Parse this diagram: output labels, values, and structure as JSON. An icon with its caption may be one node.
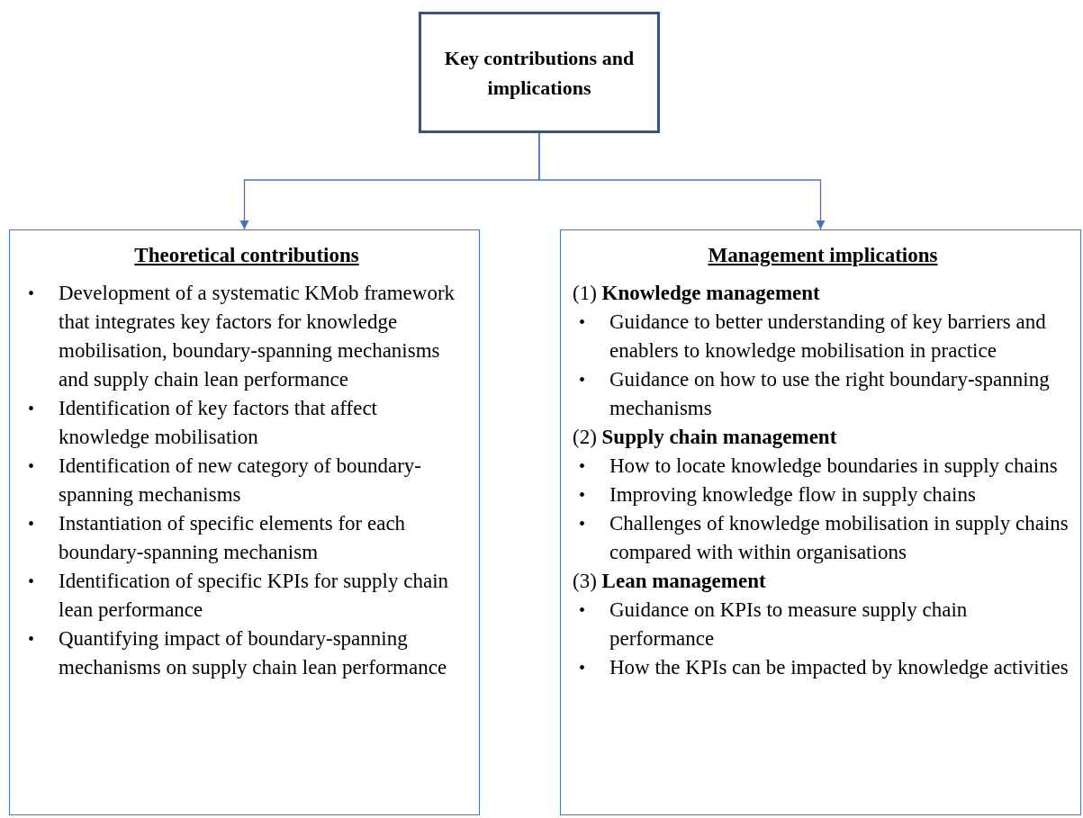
{
  "diagram": {
    "nodes": [
      {
        "text": [
          "Key contributions and implications"
        ]
      },
      {
        "text": [
          "Theoretical contributions",
          "Development of a systematic KMob framework that integrates key factors for knowledge mobilisation, boundary-spanning mechanisms and supply chain lean performance",
          "Identification of key factors that affect knowledge mobilisation",
          "Identification of new category of boundary-spanning mechanisms",
          "Instantiation of specific elements for each boundary-spanning mechanism",
          "Identification of specific KPIs for supply chain lean performance",
          "Quantifying impact of boundary-spanning mechanisms on supply chain lean performance"
        ]
      },
      {
        "text": [
          "Management implications",
          "(1) **Knowledge management**",
          "Guidance to better understanding of key barriers and enablers to knowledge mobilisation in practice",
          "Guidance on how to use the right boundary-spanning mechanisms",
          "(2) **Supply chain management**",
          "How to locate knowledge boundaries in supply chains",
          "Improving knowledge flow in supply chains",
          "Challenges of knowledge mobilisation in supply chains compared with within organisations",
          "(3) **Lean management**",
          "Guidance on KPIs to measure supply chain performance",
          "How the KPIs can be impacted by knowledge activities"
        ]
      }
    ],
    "edges": [
      {
        "from": 0,
        "to": 1,
        "arrow": "to"
      },
      {
        "from": 0,
        "to": 2,
        "arrow": "to"
      }
    ],
    "labels": [
      "•",
      "•",
      "•",
      "•",
      "•",
      "•",
      "•",
      "•",
      "•",
      "•",
      "•",
      "•",
      "•"
    ]
  }
}
